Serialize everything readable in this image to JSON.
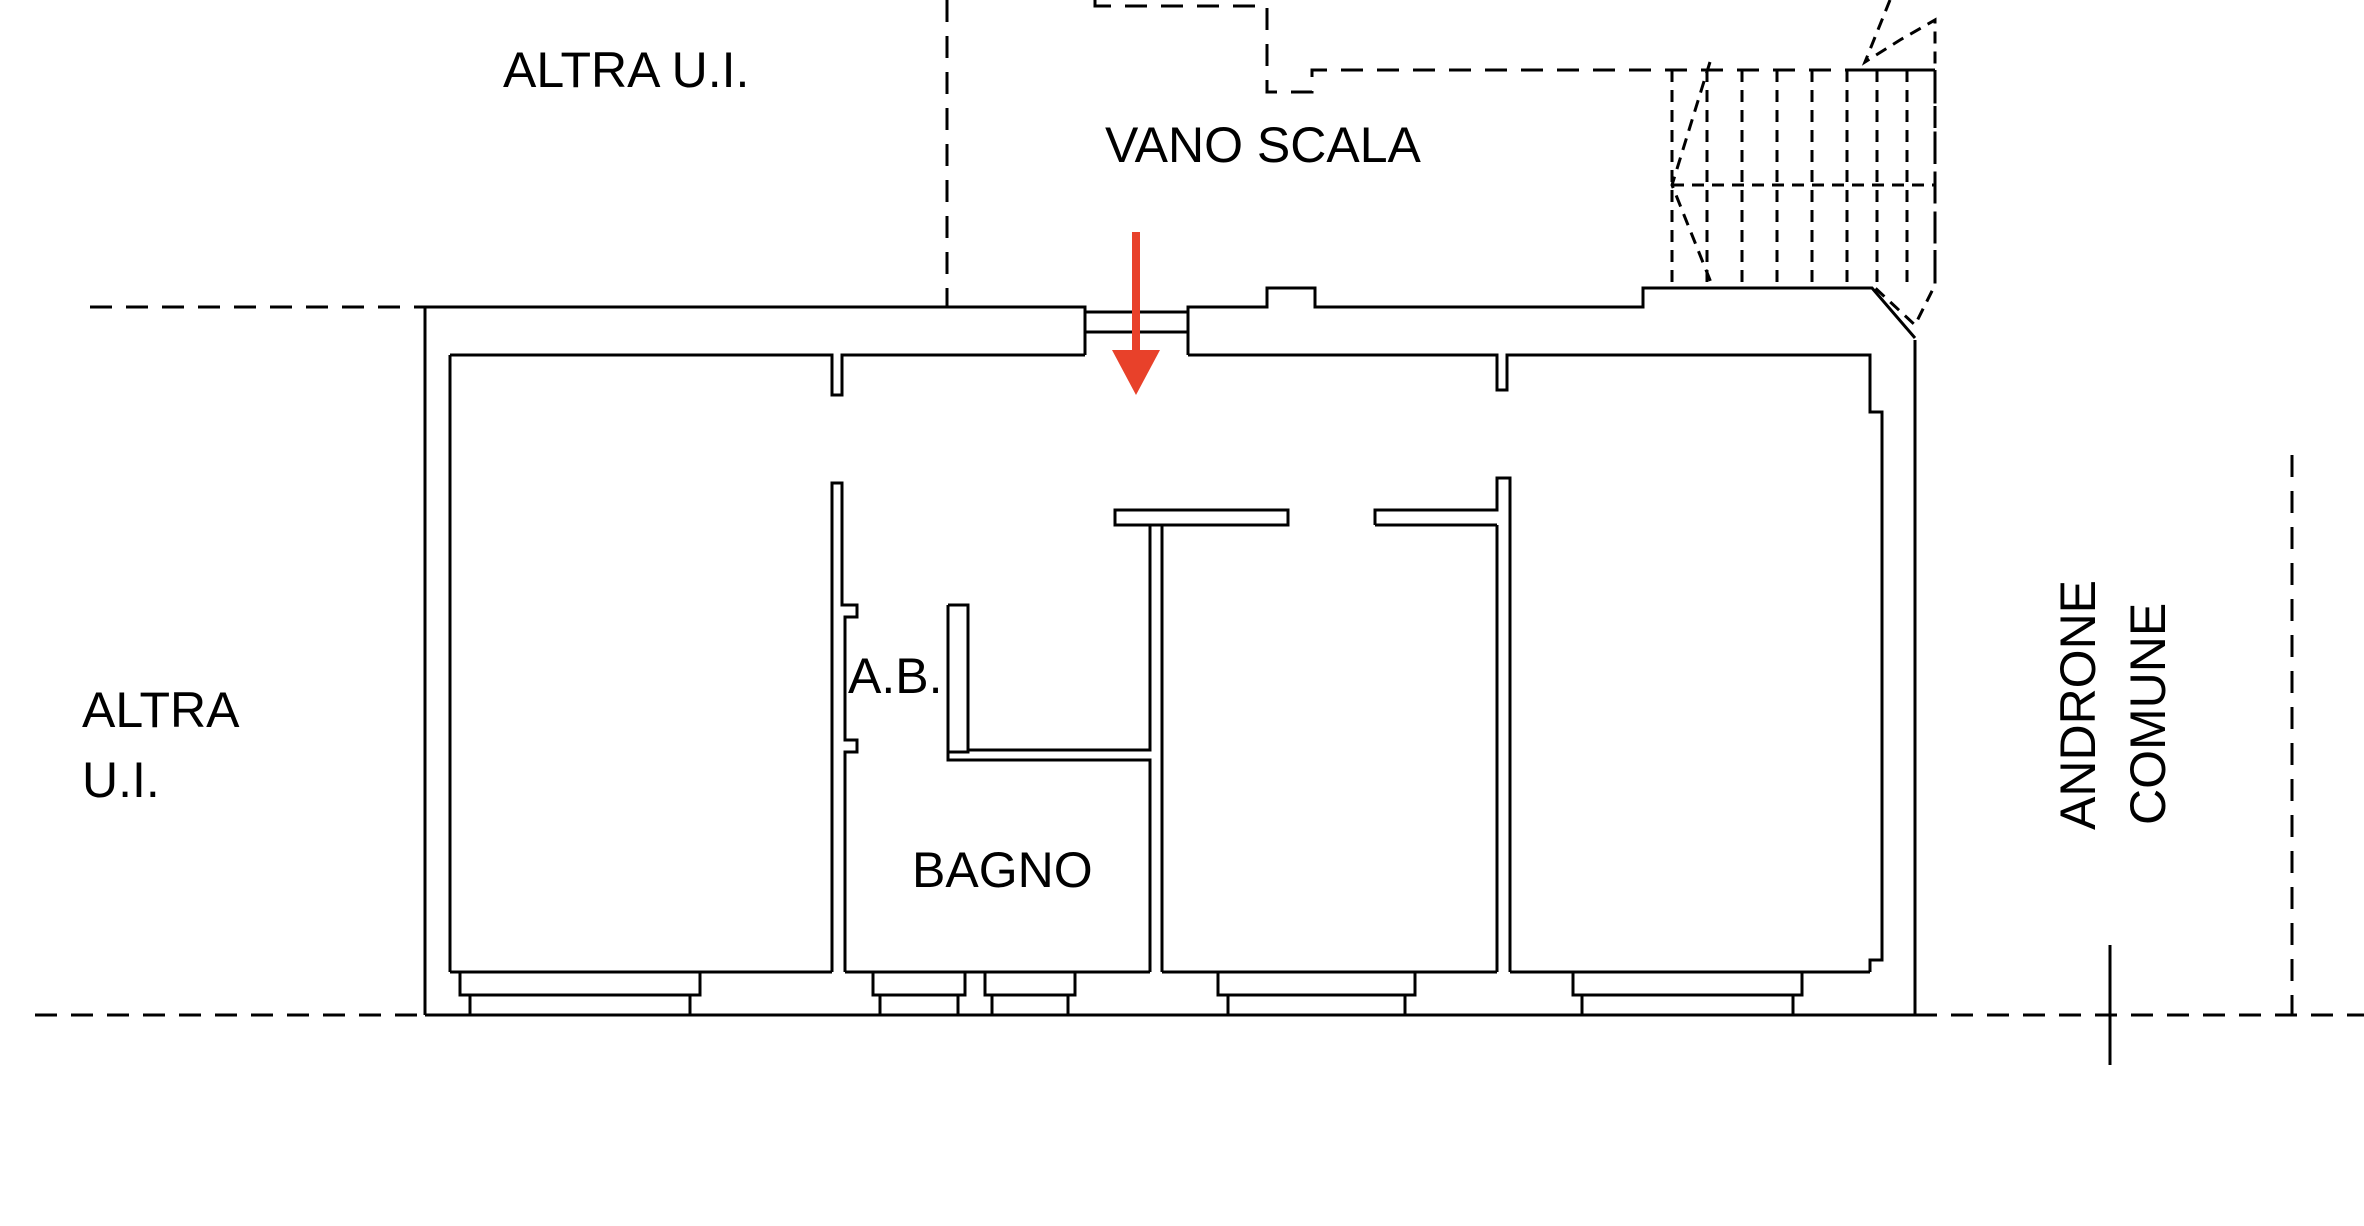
{
  "labels": {
    "top_left_unit": "ALTRA U.I.",
    "stairwell": "VANO SCALA",
    "left_unit_line1": "ALTRA",
    "left_unit_line2": "U.I.",
    "storage": "A.B.",
    "bathroom": "BAGNO",
    "hall_line1": "ANDRONE",
    "hall_line2": "COMUNE"
  },
  "colors": {
    "line": "#000000",
    "arrow": "#e8412a",
    "background": "#ffffff"
  }
}
